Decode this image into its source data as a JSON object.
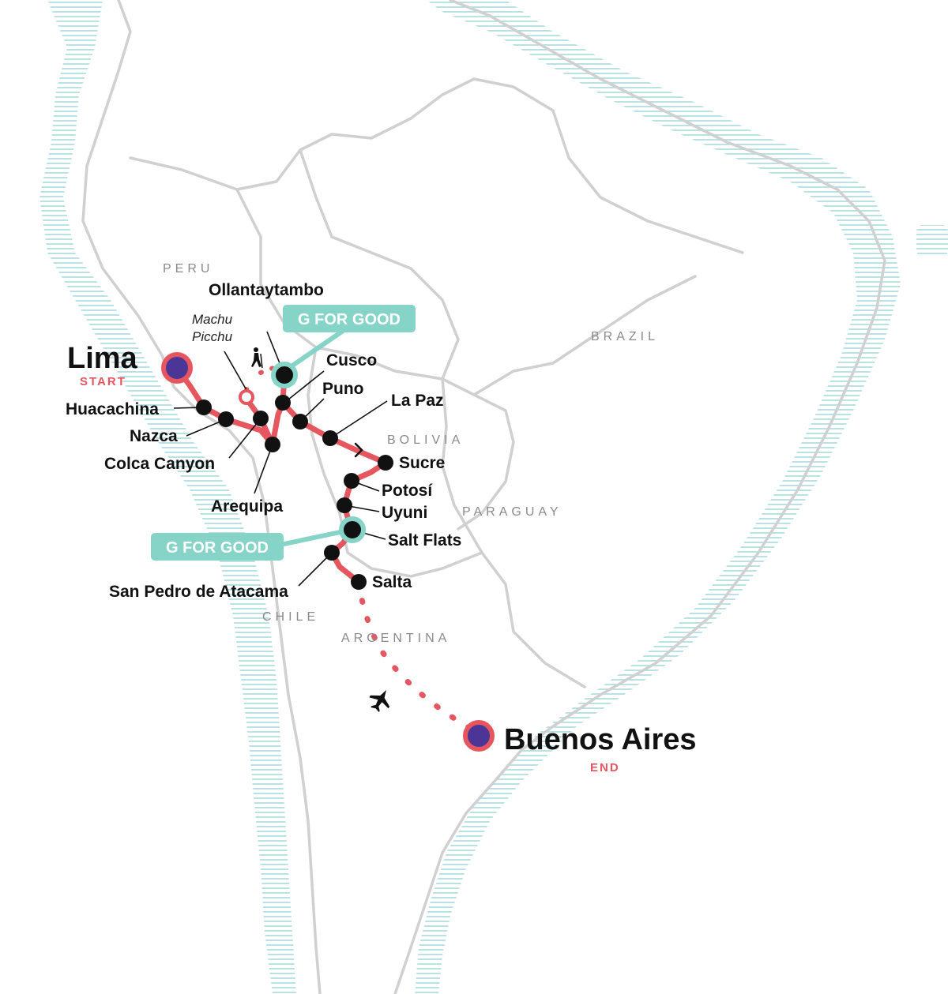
{
  "colors": {
    "route": "#e5565e",
    "endpoint_fill": "#4b3597",
    "stop": "#111111",
    "g_for_good": "#86d3c8",
    "border": "#d0d0d0",
    "coast_hatch": "#a9dbe0",
    "country_label": "#8a8a8a"
  },
  "countries": {
    "peru": "PERU",
    "brazil": "BRAZIL",
    "bolivia": "BOLIVIA",
    "paraguay": "PARAGUAY",
    "chile": "CHILE",
    "argentina": "ARGENTINA"
  },
  "start": {
    "name": "Lima",
    "tag": "START"
  },
  "end": {
    "name": "Buenos Aires",
    "tag": "END"
  },
  "stops": {
    "ollantaytambo": "Ollantaytambo",
    "machu_1": "Machu",
    "machu_2": "Picchu",
    "cusco": "Cusco",
    "puno": "Puno",
    "la_paz": "La Paz",
    "huacachina": "Huacachina",
    "nazca": "Nazca",
    "colca": "Colca Canyon",
    "arequipa": "Arequipa",
    "sucre": "Sucre",
    "potosi": "Potosí",
    "uyuni": "Uyuni",
    "salt_flats": "Salt Flats",
    "san_pedro": "San Pedro de Atacama",
    "salta": "Salta"
  },
  "g_for_good": {
    "peru_label": "G FOR GOOD",
    "bolivia_label": "G FOR GOOD"
  },
  "icons": {
    "hike": "hiker-icon",
    "flight": "airplane-icon",
    "bus": "bus-chevron-icon"
  }
}
